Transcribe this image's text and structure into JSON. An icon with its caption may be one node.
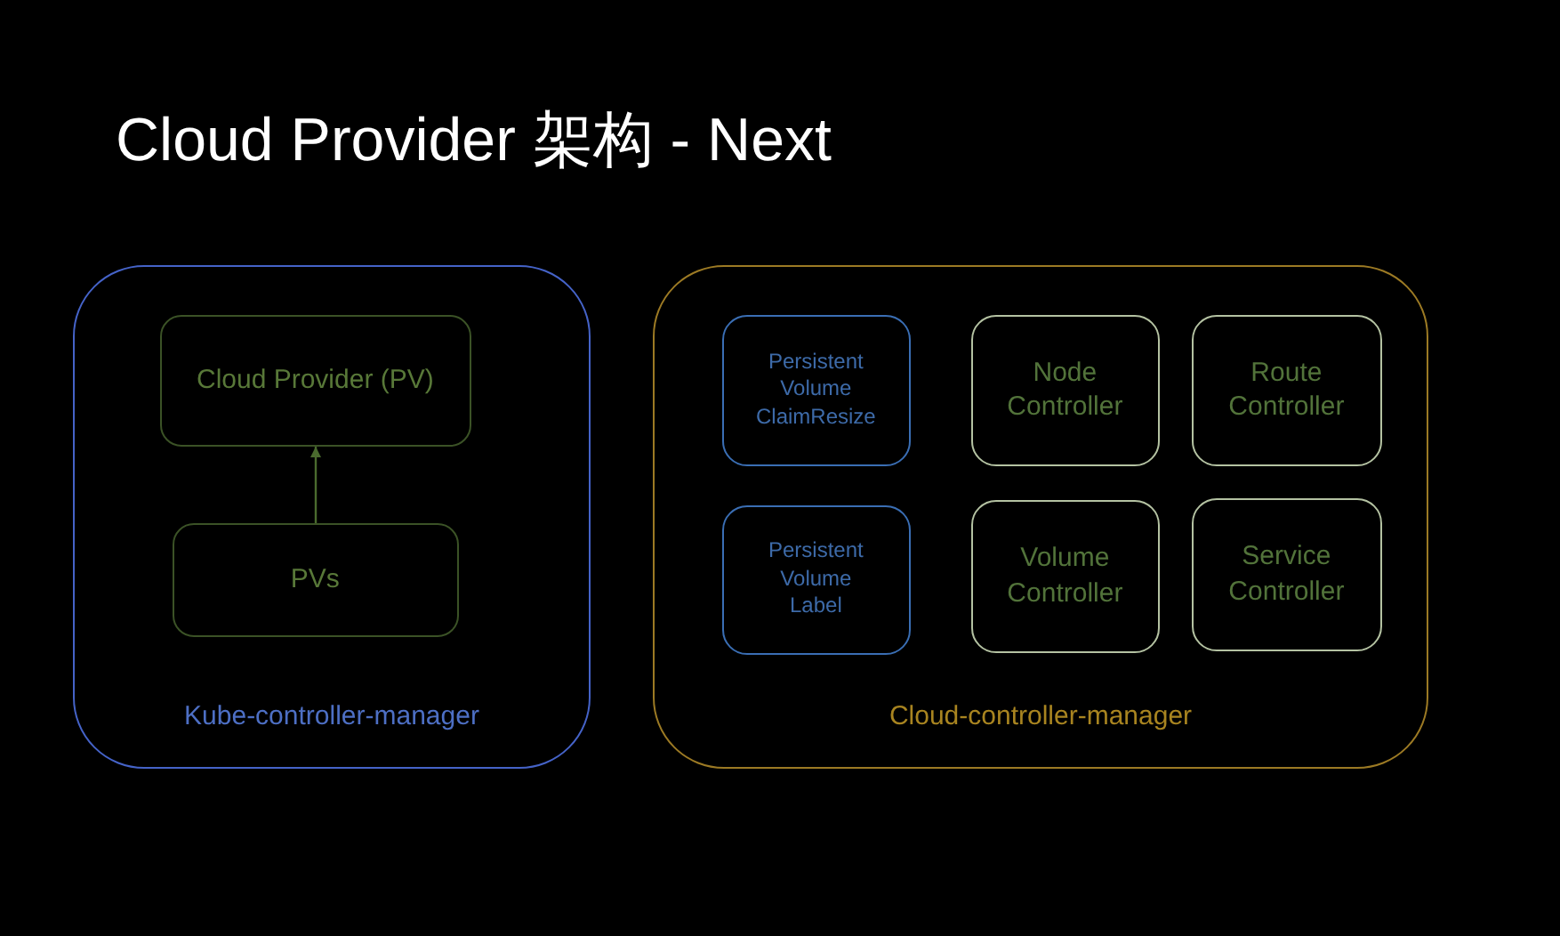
{
  "diagram": {
    "title": "Cloud Provider 架构 - Next",
    "nodes": [
      {
        "text": [
          "Kube-controller-manager"
        ]
      },
      {
        "text": [
          "Cloud Provider (PV)"
        ],
        "in": 0
      },
      {
        "text": [
          "PVs"
        ],
        "in": 0
      },
      {
        "text": [
          "Cloud-controller-manager"
        ]
      },
      {
        "text": [
          "Persistent Volume ClaimResize"
        ],
        "in": 3
      },
      {
        "text": [
          "Node Controller"
        ],
        "in": 3
      },
      {
        "text": [
          "Route Controller"
        ],
        "in": 3
      },
      {
        "text": [
          "Persistent Volume Label"
        ],
        "in": 3
      },
      {
        "text": [
          "Volume Controller"
        ],
        "in": 3
      },
      {
        "text": [
          "Service Controller"
        ],
        "in": 3
      }
    ],
    "edges": [
      {
        "from": 2,
        "to": 1,
        "arrow": "to"
      }
    ]
  }
}
